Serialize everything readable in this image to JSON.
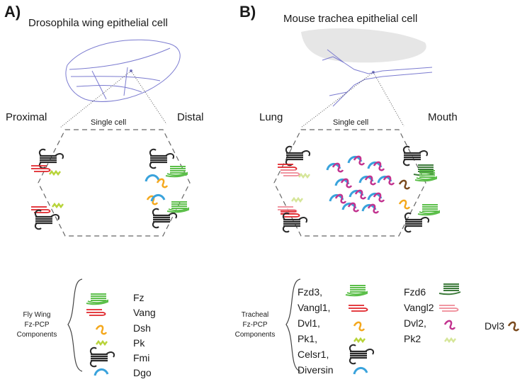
{
  "panel_a": {
    "label": "A)",
    "title": "Drosophila wing epithelial cell",
    "left": "Proximal",
    "right": "Distal",
    "cell": "Single cell",
    "legend_caption": [
      "Fly Wing",
      "Fz-PCP",
      "Components"
    ],
    "legend": [
      "Fz",
      "Vang",
      "Dsh",
      "Pk",
      "Fmi",
      "Dgo"
    ]
  },
  "panel_b": {
    "label": "B)",
    "title": "Mouse trachea epithelial cell",
    "left": "Lung",
    "right": "Mouth",
    "cell": "Single cell",
    "legend_caption": [
      "Tracheal",
      "Fz-PCP",
      "Components"
    ],
    "legend_col1": [
      "Fzd3,",
      "Vangl1,",
      "Dvl1,",
      "Pk1,",
      "Celsr1,",
      "Diversin"
    ],
    "legend_col2": [
      "Fzd6",
      "Vangl2",
      "Dvl2,",
      "Pk2"
    ],
    "legend_extra": "Dvl3"
  },
  "colors": {
    "fz": "#5cbf4a",
    "vang": "#e0242a",
    "dsh": "#f4a81d",
    "pk": "#b8d43a",
    "fmi": "#2a2a2a",
    "dgo": "#3aa3dc",
    "fzd6": "#3c7a3a",
    "vangl2": "#ef8a96",
    "dvl2": "#c2338f",
    "pk2": "#d6e69a",
    "dvl3": "#7a4a1e",
    "outline": "#7b7bd0"
  }
}
